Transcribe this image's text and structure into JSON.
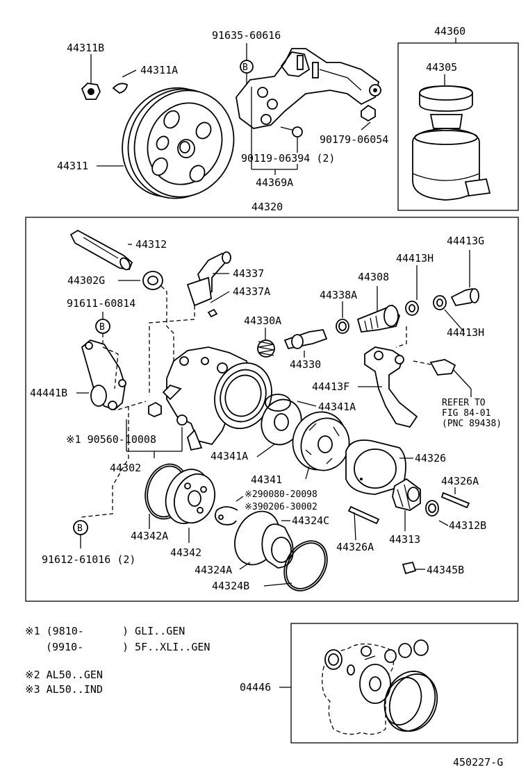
{
  "parts": {
    "p44311B": "44311B",
    "p44311A": "44311A",
    "p44311": "44311",
    "p91635": "91635-60616",
    "p90179": "90179-06054",
    "p90119": "90119-06394 (2)",
    "p44369A": "44369A",
    "p44360": "44360",
    "p44305": "44305",
    "p44320": "44320",
    "p44312": "44312",
    "p44302G": "44302G",
    "p44337": "44337",
    "p44337A": "44337A",
    "p44413G": "44413G",
    "p44413H_a": "44413H",
    "p44413H_b": "44413H",
    "p44308": "44308",
    "p44338A": "44338A",
    "p91611": "91611-60814",
    "p44330A": "44330A",
    "p44330": "44330",
    "p44441B": "44441B",
    "p44413F": "44413F",
    "refer1": "REFER TO",
    "refer2": "FIG 84-01",
    "refer3": "(PNC 89438)",
    "p44341A_a": "44341A",
    "p44341A_b": "44341A",
    "p90560": "※1 90560-10008",
    "p44302": "44302",
    "p44326": "44326",
    "p44341": "44341",
    "p44326A_a": "44326A",
    "p290080": "※290080-20098",
    "p390206": "※390206-30002",
    "p44324C": "44324C",
    "p44312B": "44312B",
    "p44342A": "44342A",
    "p44342": "44342",
    "p44326A_b": "44326A",
    "p44313": "44313",
    "p91612": "91612-61016 (2)",
    "p44324A": "44324A",
    "p44345B": "44345B",
    "p44324B": "44324B",
    "p04446": "04446",
    "b1": "B",
    "b2": "B",
    "b3": "B"
  },
  "notes": {
    "n1a": "※1 (9810-",
    "n1b": ") GLI..GEN",
    "n2a": "(9910-",
    "n2b": ") 5F..XLI..GEN",
    "n3": "※2 AL50..GEN",
    "n4": "※3 AL50..IND"
  },
  "figure_id": "450227-G"
}
